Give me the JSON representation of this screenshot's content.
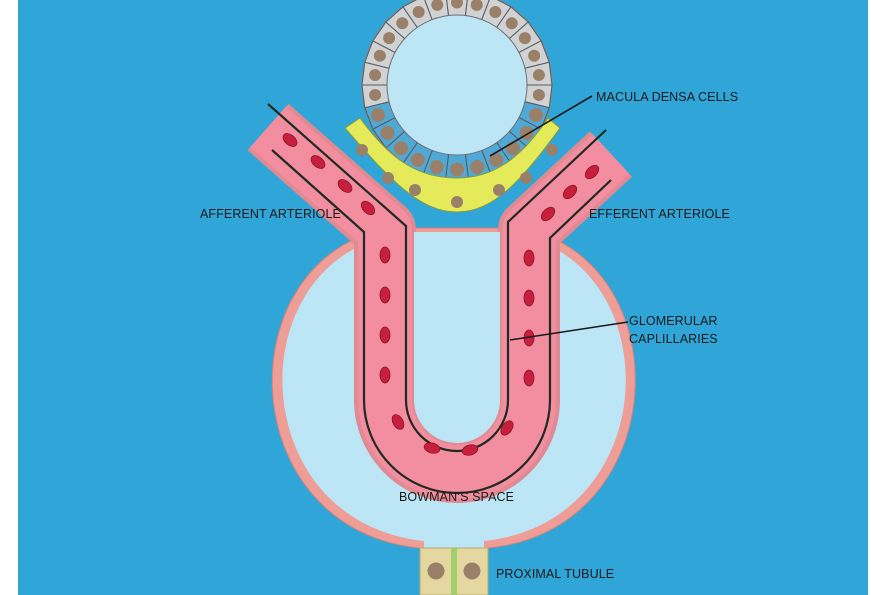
{
  "labels": {
    "macula_densa": "MACULA DENSA CELLS",
    "afferent": "AFFERENT ARTERIOLE",
    "efferent": "EFFERENT ARTERIOLE",
    "glomerular_line1": "GLOMERULAR",
    "glomerular_line2": "CAPLILLARIES",
    "bowman": "BOWMAN’S SPACE",
    "proximal": "PROXIMAL TUBULE"
  },
  "colors": {
    "background": "#30a6d8",
    "bowman_fill": "#bce6f6",
    "capsule_wall": "#ee9e96",
    "vessel_pink": "#f28ea0",
    "red_cell": "#c8203c",
    "macula_blue": "#4fa8d6",
    "tubule_gray": "#d0d2d4",
    "juxta_yellow": "#e4ea5a",
    "nucleus": "#9a8068",
    "tubule_tan": "#e4d8a0"
  }
}
